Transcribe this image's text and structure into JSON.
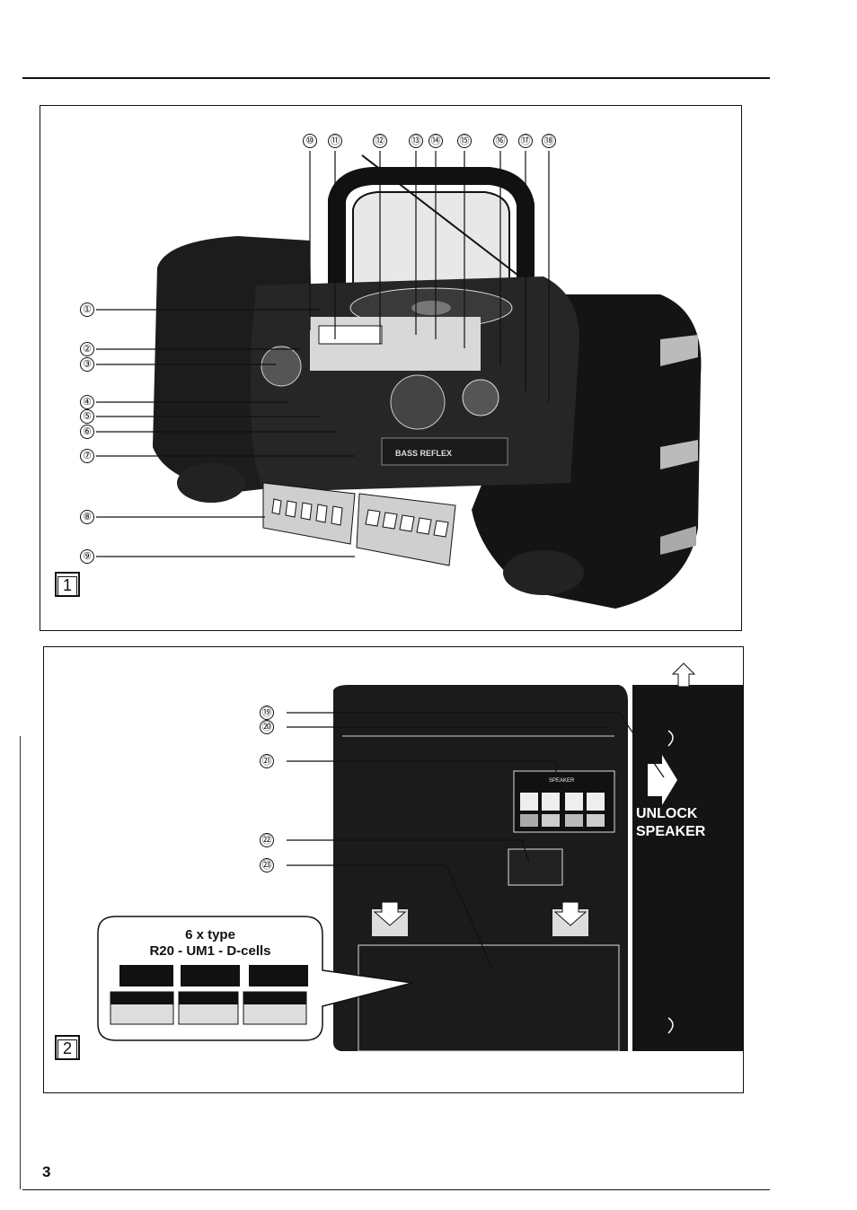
{
  "figure1": {
    "number": "1",
    "callouts": [
      "①",
      "②",
      "③",
      "④",
      "⑤",
      "⑥",
      "⑦",
      "⑧",
      "⑨",
      "⑩",
      "⑪",
      "⑫",
      "⑬",
      "⑭",
      "⑮",
      "⑯",
      "⑰",
      "⑱"
    ]
  },
  "figure2": {
    "number": "2",
    "callouts": [
      "⑲",
      "⑳",
      "㉑",
      "㉒",
      "㉓"
    ],
    "unlock_line1": "UNLOCK",
    "unlock_line2": "SPEAKER",
    "battery_line1": "6 x type",
    "battery_line2": "R20 - UM1 - D-cells"
  },
  "page_number": "3"
}
